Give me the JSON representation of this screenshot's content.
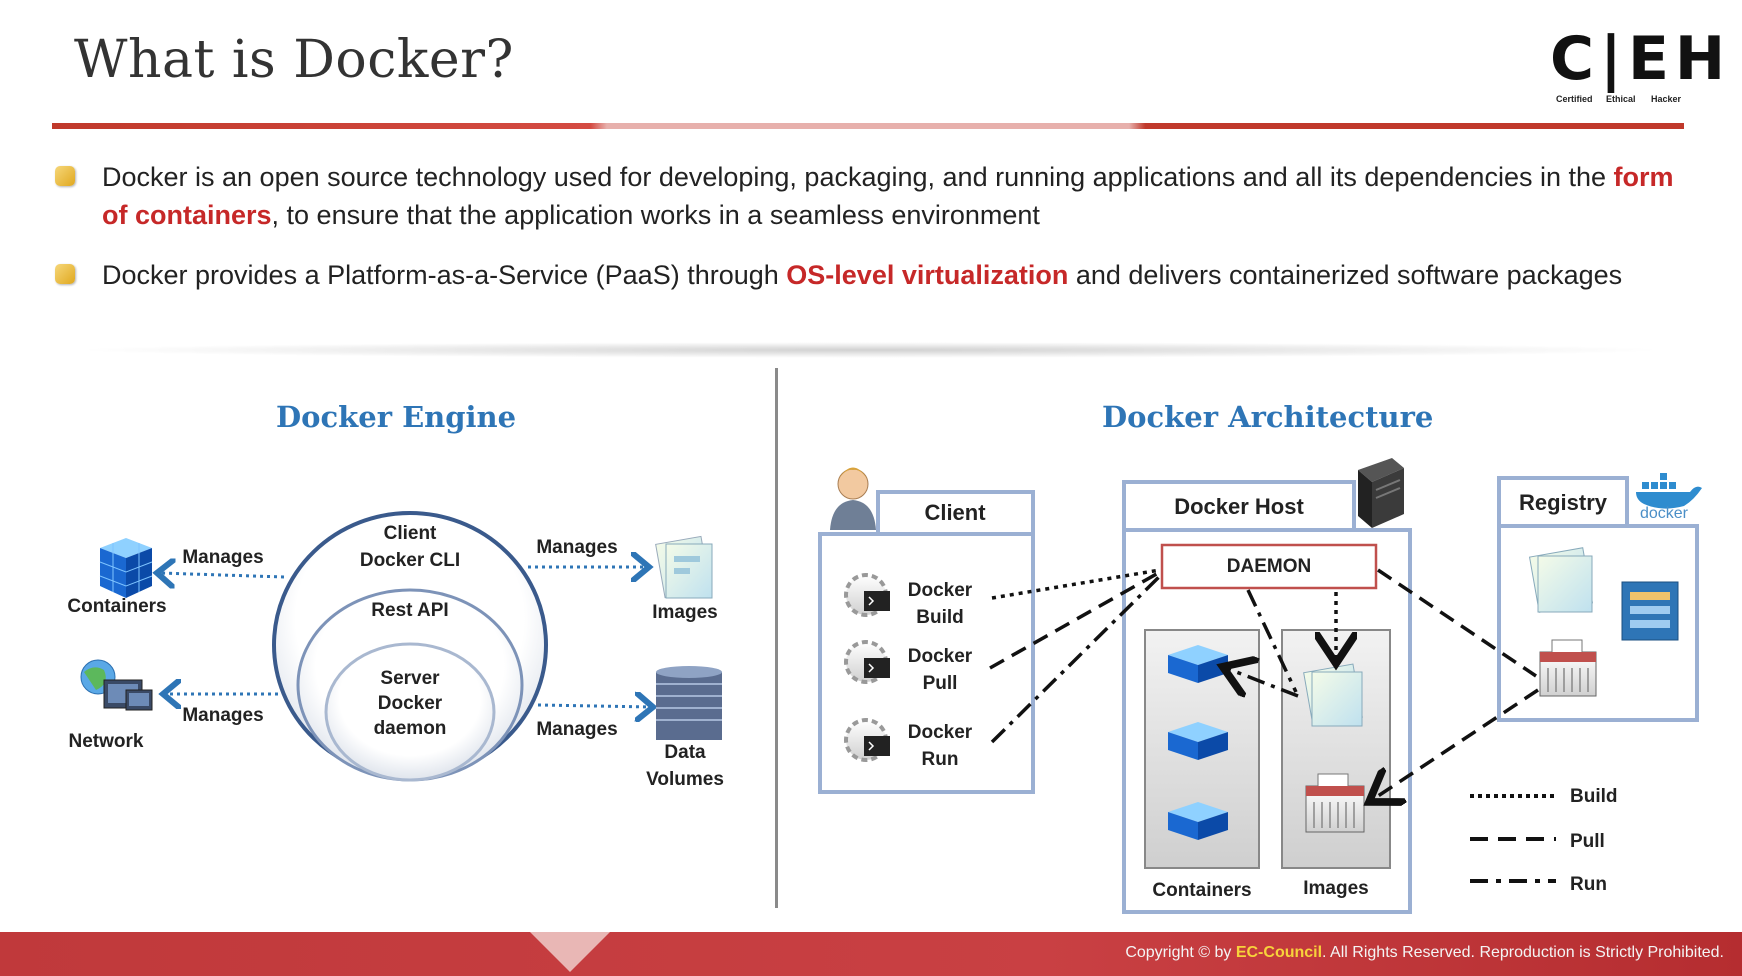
{
  "header": {
    "title": "What is Docker?",
    "logo": {
      "letters": "C|EH",
      "sub_1": "Certified",
      "sub_2": "Ethical",
      "sub_3": "Hacker"
    }
  },
  "bullets": [
    {
      "before": "Docker is an open source technology used for developing,  packaging, and running  applications and all its dependencies in the ",
      "highlight": "form of containers",
      "after": ", to ensure that the application works in a seamless environment"
    },
    {
      "before": "Docker provides a Platform-as-a-Service (PaaS) through ",
      "highlight": "OS-level virtualization",
      "after": " and delivers containerized software packages"
    }
  ],
  "engine": {
    "title": "Docker Engine",
    "client_1": "Client",
    "client_2": "Docker CLI",
    "rest_api": "Rest API",
    "server_1": "Server",
    "server_2": "Docker",
    "server_3": "daemon",
    "containers": "Containers",
    "network": "Network",
    "images": "Images",
    "volumes_1": "Data",
    "volumes_2": "Volumes",
    "manages_containers": "Manages",
    "manages_network": "Manages",
    "manages_images": "Manages",
    "manages_volumes": "Manages"
  },
  "architecture": {
    "title": "Docker Architecture",
    "client": "Client",
    "cmd_build_1": "Docker",
    "cmd_build_2": "Build",
    "cmd_pull_1": "Docker",
    "cmd_pull_2": "Pull",
    "cmd_run_1": "Docker",
    "cmd_run_2": "Run",
    "host": "Docker Host",
    "daemon": "DAEMON",
    "containers": "Containers",
    "images": "Images",
    "registry": "Registry",
    "registry_brand": "docker",
    "legend_build": "Build",
    "legend_pull": "Pull",
    "legend_run": "Run"
  },
  "colors": {
    "accent_red": "#c62828",
    "accent_blue": "#2e75b6",
    "arrow_blue": "#2e75b6",
    "footer_red": "#c0393b",
    "footer_brand": "#f7d23b"
  },
  "footer": {
    "text_before": "Copyright  © by ",
    "brand": "EC-Council",
    "text_after": ". All Rights Reserved. Reproduction  is Strictly  Prohibited."
  }
}
